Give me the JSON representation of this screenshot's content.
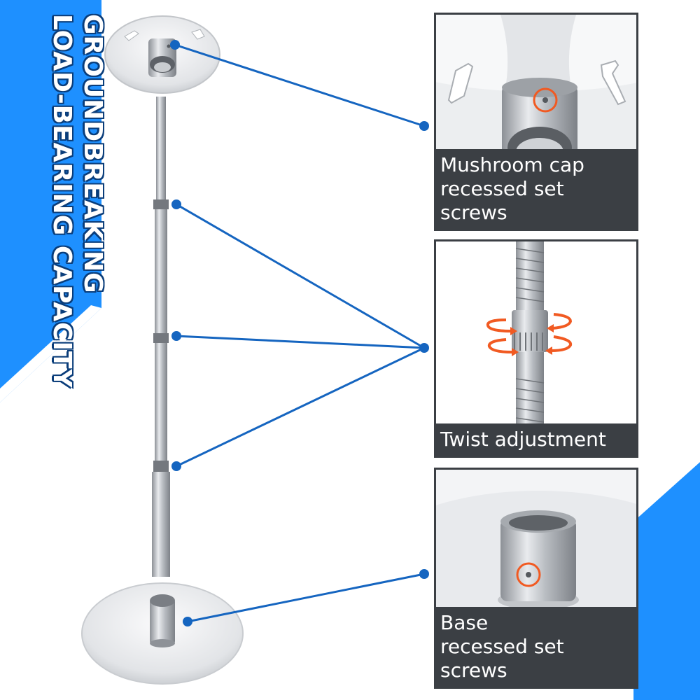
{
  "side_title": {
    "line1": "GROUNDBREAKING",
    "line2": "LOAD-BEARING CAPACITY"
  },
  "panels": {
    "top": {
      "line1": "Mushroom cap",
      "line2": "recessed set screws"
    },
    "middle": {
      "line1": "Twist adjustment"
    },
    "bottom": {
      "line1": "Base",
      "line2": "recessed set screws"
    }
  },
  "colors": {
    "accent_blue": "#1e90ff",
    "connector_blue": "#1565c0",
    "panel_border": "#3b3f44",
    "highlight_orange": "#f15a22"
  }
}
